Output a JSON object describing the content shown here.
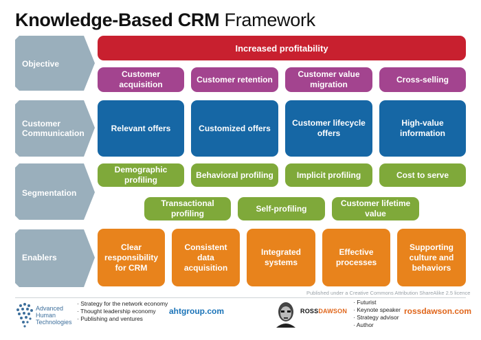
{
  "title": {
    "bold": "Knowledge-Based CRM",
    "light": "Framework"
  },
  "rows": [
    {
      "label": "Objective"
    },
    {
      "label": "Customer Communication"
    },
    {
      "label": "Segmentation"
    },
    {
      "label": "Enablers"
    }
  ],
  "objective": {
    "top": "Increased profitability",
    "items": [
      "Customer acquisition",
      "Customer retention",
      "Customer value migration",
      "Cross-selling"
    ]
  },
  "communication": [
    "Relevant offers",
    "Customized offers",
    "Customer lifecycle offers",
    "High-value information"
  ],
  "segmentation": {
    "row1": [
      "Demographic profiling",
      "Behavioral profiling",
      "Implicit profiling",
      "Cost to serve"
    ],
    "row2": [
      "Transactional profiling",
      "Self-profiling",
      "Customer lifetime value"
    ]
  },
  "enablers": [
    "Clear responsibility for CRM",
    "Consistent data acquisition",
    "Integrated systems",
    "Effective processes",
    "Supporting culture and behaviors"
  ],
  "footer": {
    "license": "Published under a Creative Commons Attribution ShareAlike 2.5 licence",
    "aht_name": "Advanced Human Technologies",
    "aht_bullets": [
      "· Strategy for the network economy",
      "· Thought leadership economy",
      "· Publishing and ventures"
    ],
    "aht_url": "ahtgroup.com",
    "rd_brand_a": "ROSS",
    "rd_brand_b": "DAWSON",
    "rd_bullets": [
      "· Futurist",
      "· Keynote speaker",
      "· Strategy advisor",
      "· Author"
    ],
    "rd_url": "rossdawson.com"
  },
  "colors": {
    "arrow": "#9aafbc",
    "objective_top": "#c8202f",
    "objective_items": "#a3448f",
    "communication": "#1667a5",
    "segmentation": "#7fa93a",
    "enablers": "#e8831c"
  }
}
